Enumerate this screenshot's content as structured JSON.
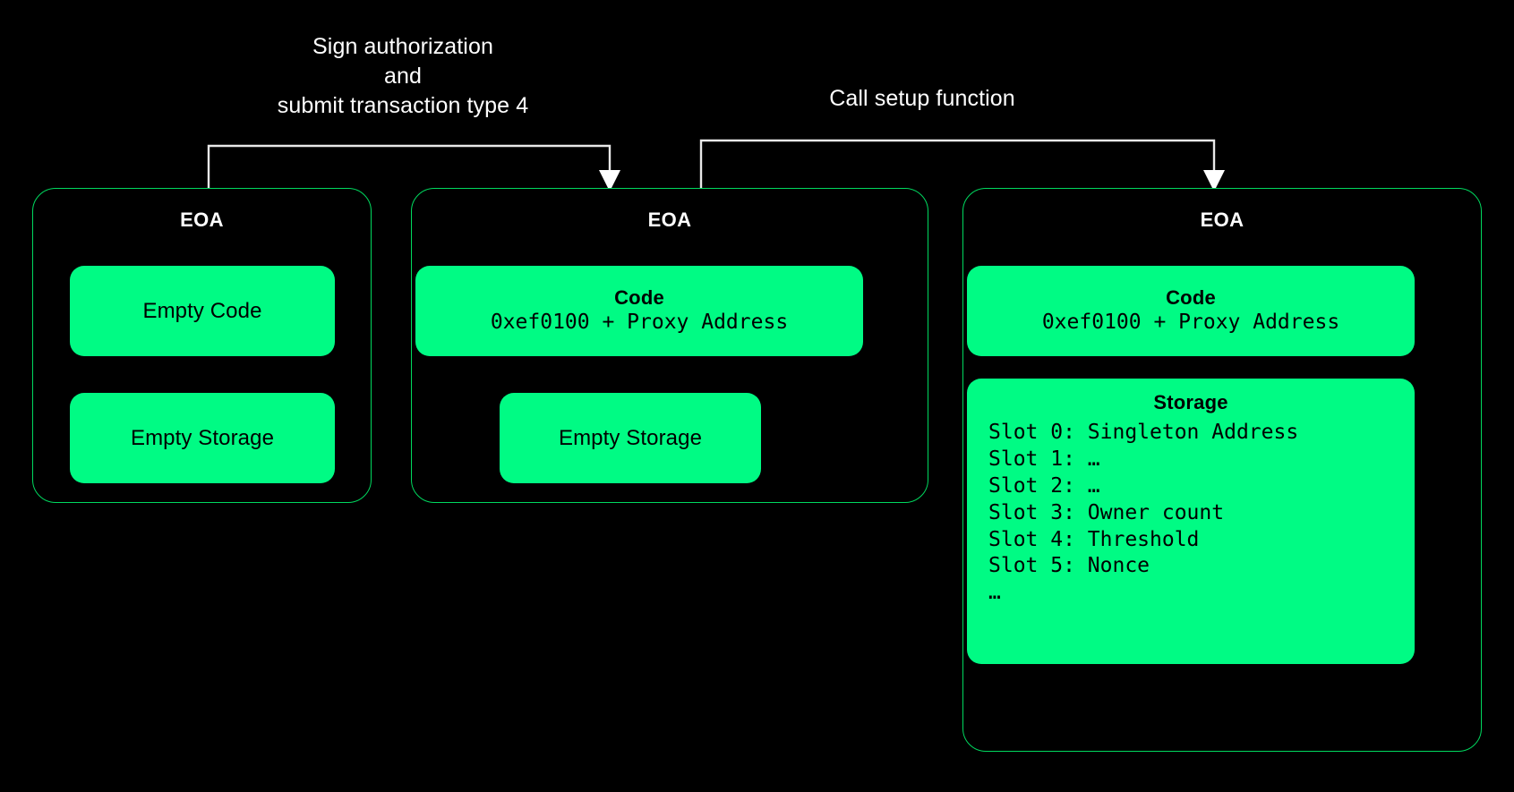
{
  "theme": {
    "background": "#000000",
    "card_border": "#00d95f",
    "box_fill": "#00fb84",
    "box_text": "#000000",
    "arrow": "#ffffff",
    "title_text": "#ffffff"
  },
  "arrows": [
    {
      "id": "arrow-sign-authorization",
      "label": "Sign authorization\nand\nsubmit transaction type 4",
      "from": "eoa-card-1",
      "to": "eoa-card-2"
    },
    {
      "id": "arrow-call-setup",
      "label": "Call setup function",
      "from": "eoa-card-2",
      "to": "eoa-card-3"
    }
  ],
  "cards": [
    {
      "id": "eoa-card-1",
      "title": "EOA",
      "boxes": [
        {
          "id": "code-box",
          "title": "",
          "body": "Empty Code",
          "mono": false
        },
        {
          "id": "storage-box",
          "title": "",
          "body": "Empty Storage",
          "mono": false
        }
      ]
    },
    {
      "id": "eoa-card-2",
      "title": "EOA",
      "boxes": [
        {
          "id": "code-box",
          "title": "Code",
          "body": "0xef0100 + Proxy Address",
          "mono": true
        },
        {
          "id": "storage-box",
          "title": "",
          "body": "Empty Storage",
          "mono": false
        }
      ]
    },
    {
      "id": "eoa-card-3",
      "title": "EOA",
      "boxes": [
        {
          "id": "code-box",
          "title": "Code",
          "body": "0xef0100 + Proxy Address",
          "mono": true
        },
        {
          "id": "storage-box",
          "title": "Storage",
          "lines": [
            "Slot 0: Singleton Address",
            "Slot 1: …",
            "Slot 2: …",
            "Slot 3: Owner count",
            "Slot 4: Threshold",
            "Slot 5: Nonce",
            "…"
          ]
        }
      ]
    }
  ]
}
